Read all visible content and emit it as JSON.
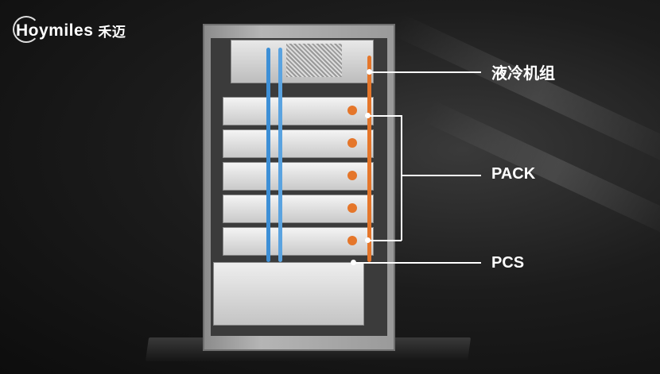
{
  "brand": {
    "name": "Hoymiles",
    "name_cn": "禾迈"
  },
  "callouts": [
    {
      "label": "液冷机组"
    },
    {
      "label": "PACK"
    },
    {
      "label": "PCS"
    }
  ],
  "colors": {
    "coolant_orange": "#e5762a",
    "coolant_blue": "#3d8fd6",
    "label": "#ffffff"
  }
}
